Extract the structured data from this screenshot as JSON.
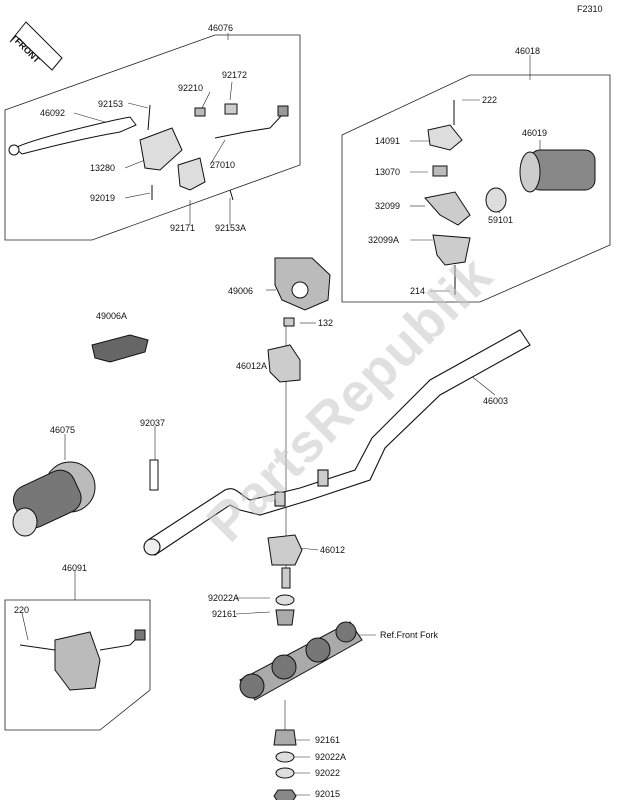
{
  "figure_code": "F2310",
  "front_label": "FRONT",
  "watermark": "PartsRepublik",
  "labels": {
    "p46076": "46076",
    "p46092": "46092",
    "p92153": "92153",
    "p92210": "92210",
    "p92172": "92172",
    "p13280": "13280",
    "p27010": "27010",
    "p92019": "92019",
    "p92171": "92171",
    "p92153A": "92153A",
    "p46018": "46018",
    "p222": "222",
    "p14091": "14091",
    "p46019": "46019",
    "p13070": "13070",
    "p32099": "32099",
    "p32099A": "32099A",
    "p59101": "59101",
    "p214": "214",
    "p49006": "49006",
    "p49006A": "49006A",
    "p132": "132",
    "p46012A": "46012A",
    "p46003": "46003",
    "p92037": "92037",
    "p46075": "46075",
    "p46012": "46012",
    "p46091": "46091",
    "p220": "220",
    "p92022A_top": "92022A",
    "p92161_top": "92161",
    "pRefFrontFork": "Ref.Front Fork",
    "p92161_bot": "92161",
    "p92022A_bot": "92022A",
    "p92022": "92022",
    "p92015": "92015"
  }
}
